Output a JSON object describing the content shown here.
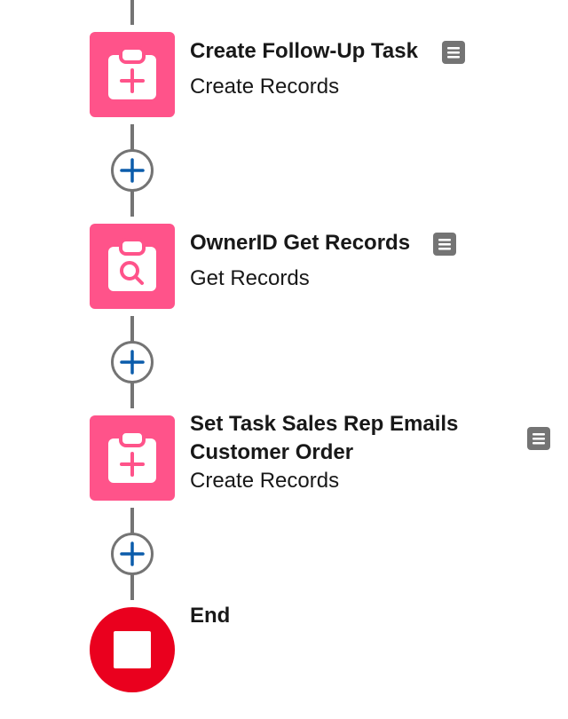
{
  "flow": {
    "steps": [
      {
        "title": "Create Follow-Up Task",
        "subtitle": "Create Records",
        "icon": "create-records-icon",
        "color": "#ff538a"
      },
      {
        "title": "OwnerID Get Records",
        "subtitle": "Get Records",
        "icon": "get-records-icon",
        "color": "#ff538a"
      },
      {
        "title_line1": "Set Task Sales Rep Emails",
        "title_line2": "Customer Order",
        "subtitle": "Create Records",
        "icon": "create-records-icon",
        "color": "#ff538a"
      }
    ],
    "end": {
      "label": "End",
      "color": "#ea001e"
    },
    "add_icon": "plus-icon",
    "description_icon": "description-icon",
    "connector_color": "#747474",
    "plus_color": "#0b5cab"
  }
}
